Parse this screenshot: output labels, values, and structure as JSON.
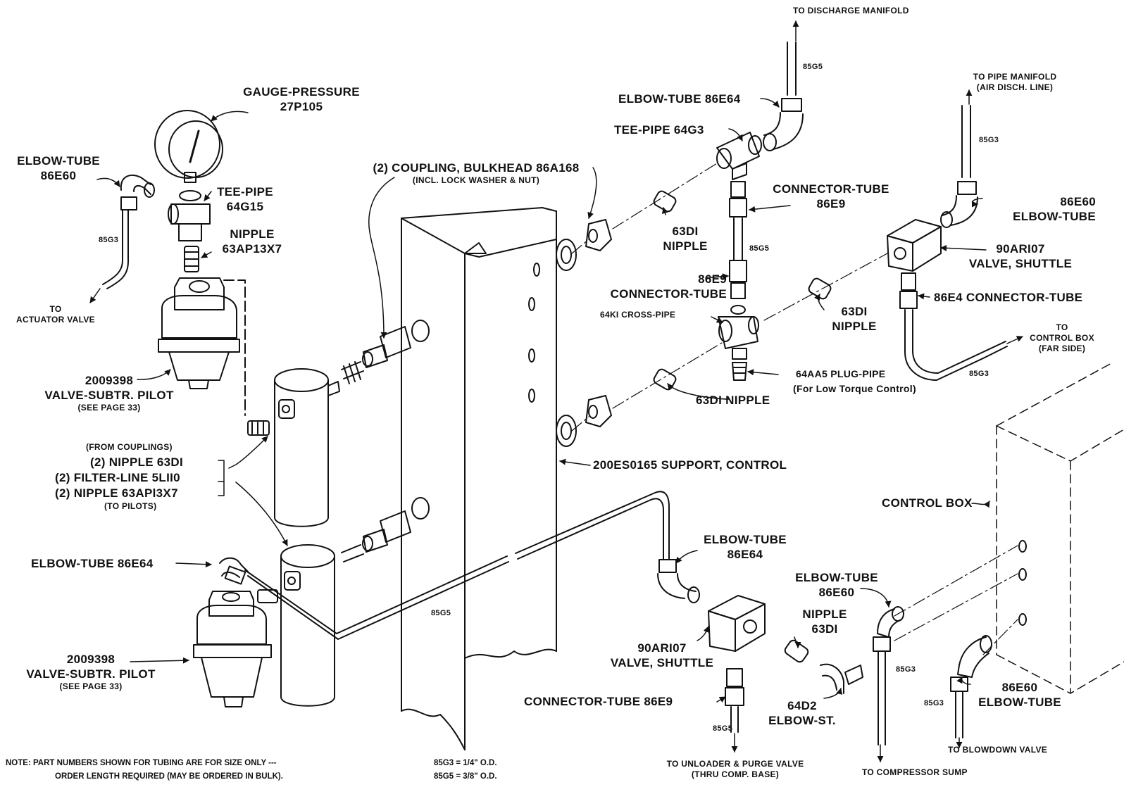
{
  "labels": {
    "to_discharge_manifold": "TO DISCHARGE MANIFOLD",
    "tube_85g5_top": "85G5",
    "to_pipe_manifold_1": "TO PIPE MANIFOLD",
    "to_pipe_manifold_2": "(AIR DISCH. LINE)",
    "gauge_1": "GAUGE-PRESSURE",
    "gauge_2": "27P105",
    "elbow_tube_86e64_top": "ELBOW-TUBE 86E64",
    "tee_pipe_64g3": "TEE-PIPE 64G3",
    "tube_85g3_right": "85G3",
    "elbow_tube_left_1": "ELBOW-TUBE",
    "elbow_tube_left_2": "86E60",
    "tee_pipe_64g15_1": "TEE-PIPE",
    "tee_pipe_64g15_2": "64G15",
    "coupling_1": "(2) COUPLING, BULKHEAD 86A168",
    "coupling_2": "(INCL. LOCK WASHER & NUT)",
    "connector_tube_top_1": "CONNECTOR-TUBE",
    "connector_tube_top_2": "86E9",
    "elbow_tube_86e60_r_1": "86E60",
    "elbow_tube_86e60_r_2": "ELBOW-TUBE",
    "nipple_63ap_1": "NIPPLE",
    "nipple_63ap_2": "63AP13X7",
    "tube_85g3_left": "85G3",
    "nipple_63d1_a_1": "63DI",
    "nipple_63d1_a_2": "NIPPLE",
    "tube_85g5_mid": "85G5",
    "valve_shuttle_top_1": "90ARI07",
    "valve_shuttle_top_2": "VALVE, SHUTTLE",
    "connector_86e9_mid_1": "86E9",
    "connector_86e9_mid_2": "CONNECTOR-TUBE",
    "connector_86e4": "86E4 CONNECTOR-TUBE",
    "to_actuator_1": "TO",
    "to_actuator_2": "ACTUATOR VALVE",
    "cross_pipe": "64KI CROSS-PIPE",
    "nipple_63d1_b_1": "63DI",
    "nipple_63d1_b_2": "NIPPLE",
    "to_control_box_1": "TO",
    "to_control_box_2": "CONTROL BOX",
    "to_control_box_3": "(FAR SIDE)",
    "plug_pipe": "64AA5 PLUG-PIPE",
    "plug_pipe_note": "(For Low Torque Control)",
    "tube_85g3_cb": "85G3",
    "valve_pilot_top_1": "2009398",
    "valve_pilot_top_2": "VALVE-SUBTR. PILOT",
    "valve_pilot_top_3": "(SEE PAGE 33)",
    "nipple_63d1_c": "63DI NIPPLE",
    "from_couplings": "(FROM COUPLINGS)",
    "nipple_63d1_list": "(2) NIPPLE 63DI",
    "filter_line": "(2) FILTER-LINE 5LII0",
    "nipple_63ap_list": "(2) NIPPLE 63APl3X7",
    "to_pilots": "(TO PILOTS)",
    "support_control": "200ES0165 SUPPORT, CONTROL",
    "control_box": "CONTROL BOX",
    "elbow_tube_86e64_mid_1": "ELBOW-TUBE",
    "elbow_tube_86e64_mid_2": "86E64",
    "elbow_tube_86e64_left": "ELBOW-TUBE 86E64",
    "elbow_tube_86e60_low_1": "ELBOW-TUBE",
    "elbow_tube_86e60_low_2": "86E60",
    "tube_85g5_low": "85G5",
    "nipple_63d1_d_1": "NIPPLE",
    "nipple_63d1_d_2": "63DI",
    "valve_pilot_bot_1": "2009398",
    "valve_pilot_bot_2": "VALVE-SUBTR. PILOT",
    "valve_pilot_bot_3": "(SEE PAGE  33)",
    "valve_shuttle_bot_1": "90ARI07",
    "valve_shuttle_bot_2": "VALVE, SHUTTLE",
    "tube_85g3_sump": "85G3",
    "elbow_86e60_bd_1": "86E60",
    "elbow_86e60_bd_2": "ELBOW-TUBE",
    "tube_85g3_bd": "85G3",
    "elbow_st_1": "64D2",
    "elbow_st_2": "ELBOW-ST.",
    "connector_86e9_bot": "CONNECTOR-TUBE 86E9",
    "tube_85g5_bot": "85G5",
    "to_blowdown": "TO BLOWDOWN VALVE",
    "to_unloader_1": "TO UNLOADER & PURGE VALVE",
    "to_unloader_2": "(THRU COMP. BASE)",
    "to_sump": "TO COMPRESSOR SUMP"
  },
  "note": {
    "line1": "NOTE:  PART NUMBERS SHOWN FOR TUBING ARE FOR SIZE ONLY ---",
    "line2": "ORDER LENGTH REQUIRED (MAY BE ORDERED IN BULK).",
    "size1": "85G3 = 1/4\" O.D.",
    "size2": "85G5 = 3/8\" O.D."
  }
}
